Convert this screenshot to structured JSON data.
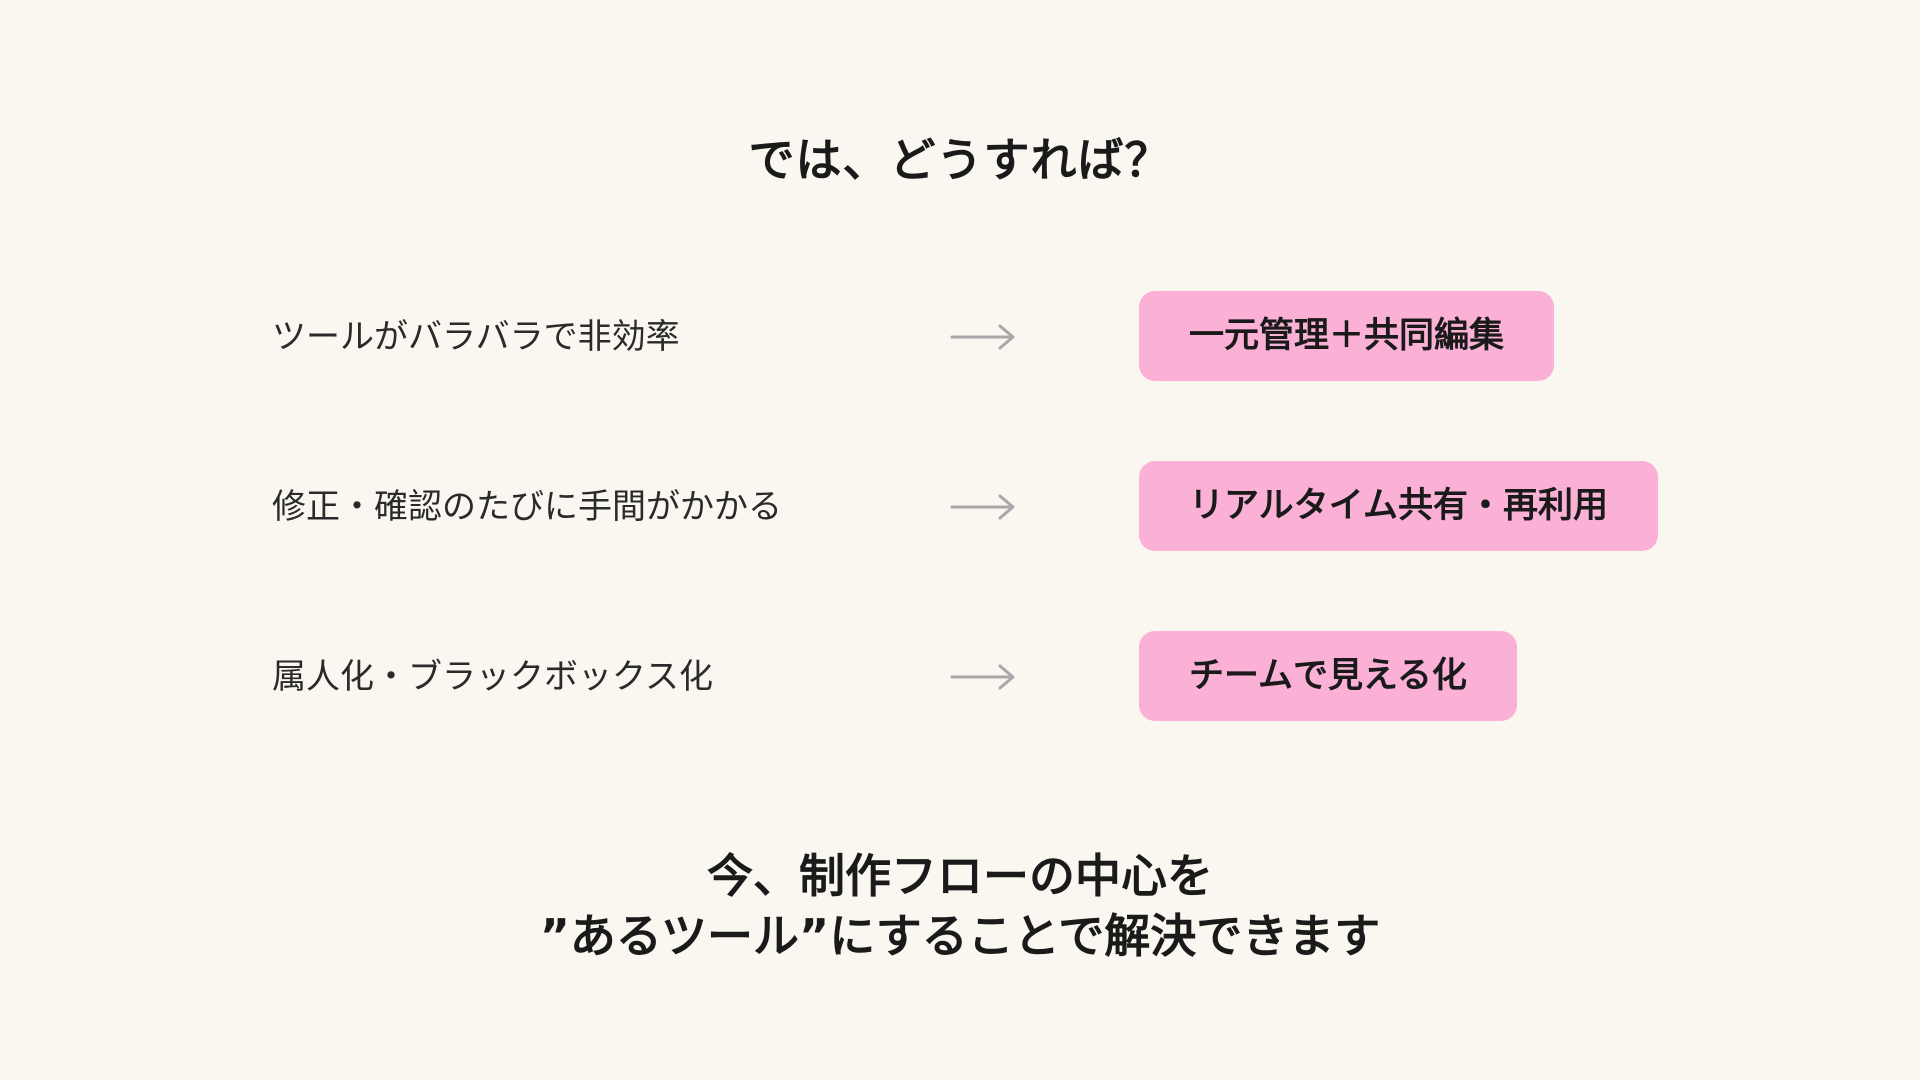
{
  "title": "では、どうすれば？",
  "rows": [
    {
      "problem": "ツールがバラバラで非効率",
      "arrow_icon": "arrow-right-icon",
      "solution": "一元管理＋共同編集"
    },
    {
      "problem": "修正・確認のたびに手間がかかる",
      "arrow_icon": "arrow-right-icon",
      "solution": "リアルタイム共有・再利用"
    },
    {
      "problem": "属人化・ブラックボックス化",
      "arrow_icon": "arrow-right-icon",
      "solution": "チームで見える化"
    }
  ],
  "conclusion": {
    "line1": "今、制作フローの中心を",
    "line2": "”あるツール”にすることで解決できます"
  },
  "colors": {
    "background": "#faf7f1",
    "solution_bg": "#fbb1d6",
    "arrow": "#a8a8a8"
  }
}
